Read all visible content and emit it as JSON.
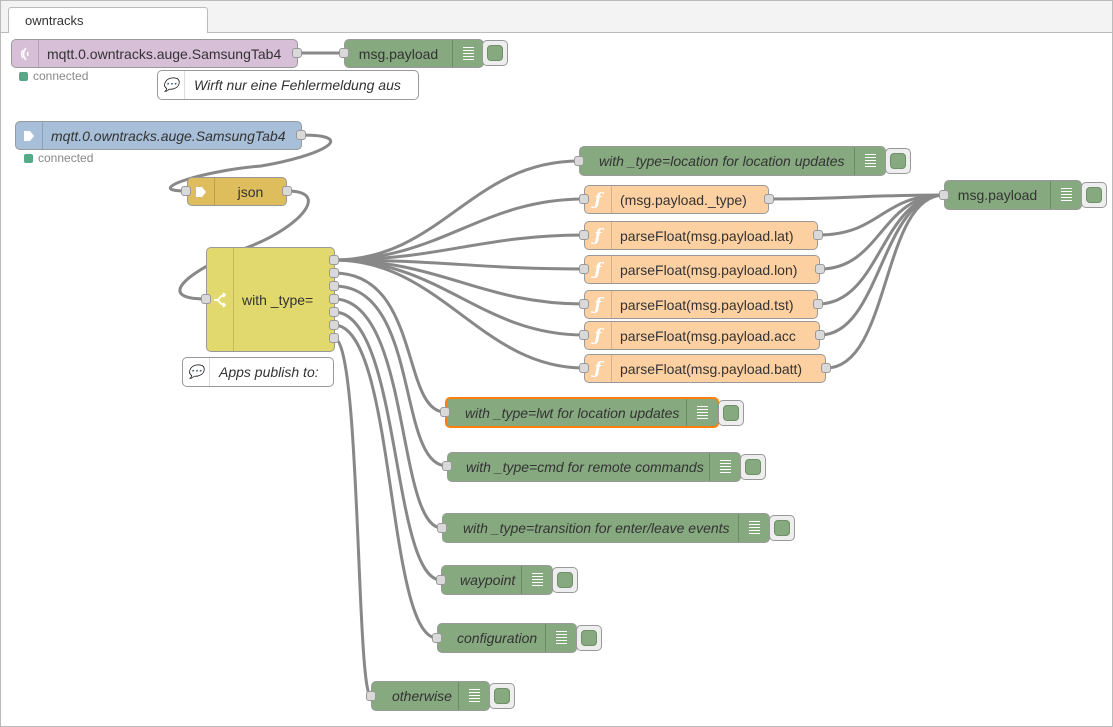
{
  "workspace": {
    "tab_label": "owntracks",
    "colors": {
      "debug": "#87a980",
      "function": "#fdd0a2",
      "mqtt_in": "#d8bfd8",
      "mqtt_out": "#a7bfd8",
      "json": "#debd5c",
      "switch": "#e2d96e",
      "selected_outline": "#ff7f0e",
      "status_connected": "#55aa88"
    }
  },
  "nodes": {
    "mqtt_in": {
      "label": "mqtt.0.owntracks.auge.SamsungTab4",
      "status": "connected",
      "icon": "mqtt-antenna-icon"
    },
    "debug_top": {
      "label": "msg.payload",
      "icon": "debug-bars-icon"
    },
    "comment_top": {
      "label": "Wirft nur eine Fehlermeldung aus",
      "icon": "comment-icon"
    },
    "mqtt_out": {
      "label": "mqtt.0.owntracks.auge.SamsungTab4",
      "status": "connected",
      "icon": "mqtt-arrow-icon"
    },
    "json": {
      "label": "json",
      "icon": "json-arrow-icon"
    },
    "switch": {
      "label": "with _type=",
      "icon": "switch-icon"
    },
    "comment_apps": {
      "label": "Apps publish to:",
      "icon": "comment-icon"
    },
    "debug_location": {
      "label": "with _type=location for location updates"
    },
    "fn_type": {
      "label": "(msg.payload._type)"
    },
    "fn_lat": {
      "label": "parseFloat(msg.payload.lat)"
    },
    "fn_lon": {
      "label": "parseFloat(msg.payload.lon)"
    },
    "fn_tst": {
      "label": "parseFloat(msg.payload.tst)"
    },
    "fn_acc": {
      "label": "parseFloat(msg.payload.acc"
    },
    "fn_batt": {
      "label": "parseFloat(msg.payload.batt)"
    },
    "debug_right": {
      "label": "msg.payload"
    },
    "debug_lwt": {
      "label": "with _type=lwt for location updates"
    },
    "debug_cmd": {
      "label": "with _type=cmd for remote commands"
    },
    "debug_transition": {
      "label": "with _type=transition for enter/leave events"
    },
    "debug_waypoint": {
      "label": "waypoint"
    },
    "debug_configuration": {
      "label": "configuration"
    },
    "debug_otherwise": {
      "label": "otherwise"
    }
  }
}
